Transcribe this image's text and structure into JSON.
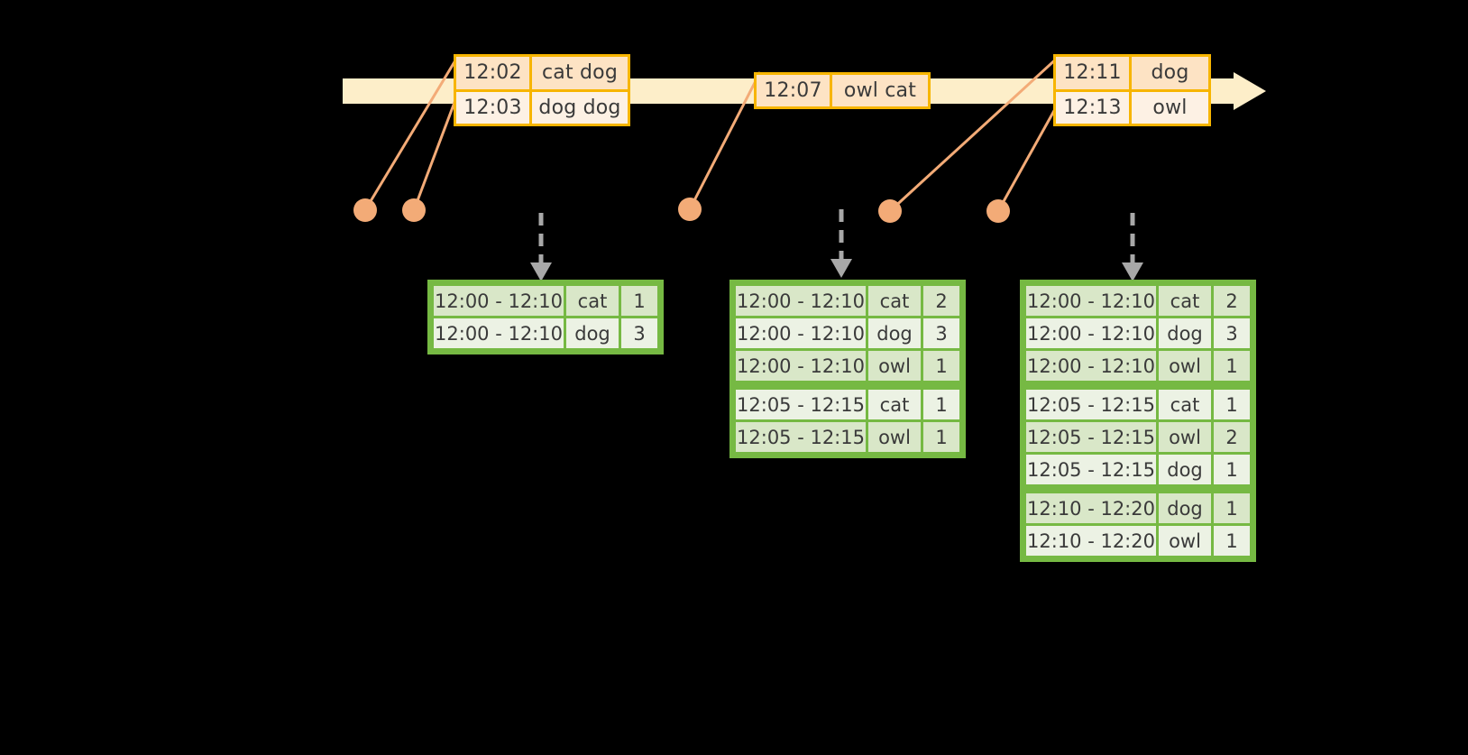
{
  "timeline": {
    "bar_color": "#fdeec9",
    "border_color": "#f7b500",
    "event_groups": [
      {
        "name": "group-1",
        "rows": [
          {
            "time": "12:02",
            "words": "cat dog"
          },
          {
            "time": "12:03",
            "words": "dog dog"
          }
        ]
      },
      {
        "name": "group-2",
        "rows": [
          {
            "time": "12:07",
            "words": "owl cat"
          }
        ]
      },
      {
        "name": "group-3",
        "rows": [
          {
            "time": "12:11",
            "words": "dog"
          },
          {
            "time": "12:13",
            "words": "owl"
          }
        ]
      }
    ]
  },
  "accent": {
    "orange": "#f3ab77",
    "green": "#76b943",
    "gray": "#a8a8a8"
  },
  "results": [
    {
      "name": "result-table-1",
      "groups": [
        [
          {
            "window": "12:00 - 12:10",
            "key": "cat",
            "count": "1"
          },
          {
            "window": "12:00 - 12:10",
            "key": "dog",
            "count": "3"
          }
        ]
      ]
    },
    {
      "name": "result-table-2",
      "groups": [
        [
          {
            "window": "12:00 - 12:10",
            "key": "cat",
            "count": "2"
          },
          {
            "window": "12:00 - 12:10",
            "key": "dog",
            "count": "3"
          },
          {
            "window": "12:00 - 12:10",
            "key": "owl",
            "count": "1"
          }
        ],
        [
          {
            "window": "12:05 - 12:15",
            "key": "cat",
            "count": "1"
          },
          {
            "window": "12:05 - 12:15",
            "key": "owl",
            "count": "1"
          }
        ]
      ]
    },
    {
      "name": "result-table-3",
      "groups": [
        [
          {
            "window": "12:00 - 12:10",
            "key": "cat",
            "count": "2"
          },
          {
            "window": "12:00 - 12:10",
            "key": "dog",
            "count": "3"
          },
          {
            "window": "12:00 - 12:10",
            "key": "owl",
            "count": "1"
          }
        ],
        [
          {
            "window": "12:05 - 12:15",
            "key": "cat",
            "count": "1"
          },
          {
            "window": "12:05 - 12:15",
            "key": "owl",
            "count": "2"
          },
          {
            "window": "12:05 - 12:15",
            "key": "dog",
            "count": "1"
          }
        ],
        [
          {
            "window": "12:10 - 12:20",
            "key": "dog",
            "count": "1"
          },
          {
            "window": "12:10 - 12:20",
            "key": "owl",
            "count": "1"
          }
        ]
      ]
    }
  ]
}
